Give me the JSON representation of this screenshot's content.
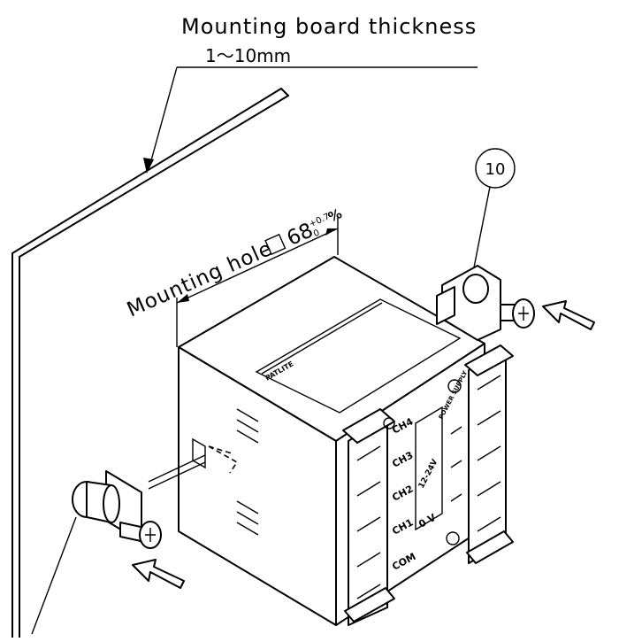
{
  "labels": {
    "board_thickness_title": "Mounting board thickness",
    "board_thickness_range": "1～10mm",
    "mounting_hole_label": "Mounting hole",
    "mounting_hole_size": "68",
    "tolerance_upper": "+0.7",
    "tolerance_lower": "0",
    "tolerance_unit": "%",
    "callout_number": "10"
  },
  "device": {
    "brand": "PATLITE",
    "power_supply_label": "POWER SUPPLY",
    "voltage": "12-24V",
    "zero_v": "0 V",
    "terminals": [
      "CH4",
      "CH3",
      "CH2",
      "CH1",
      "COM"
    ]
  }
}
